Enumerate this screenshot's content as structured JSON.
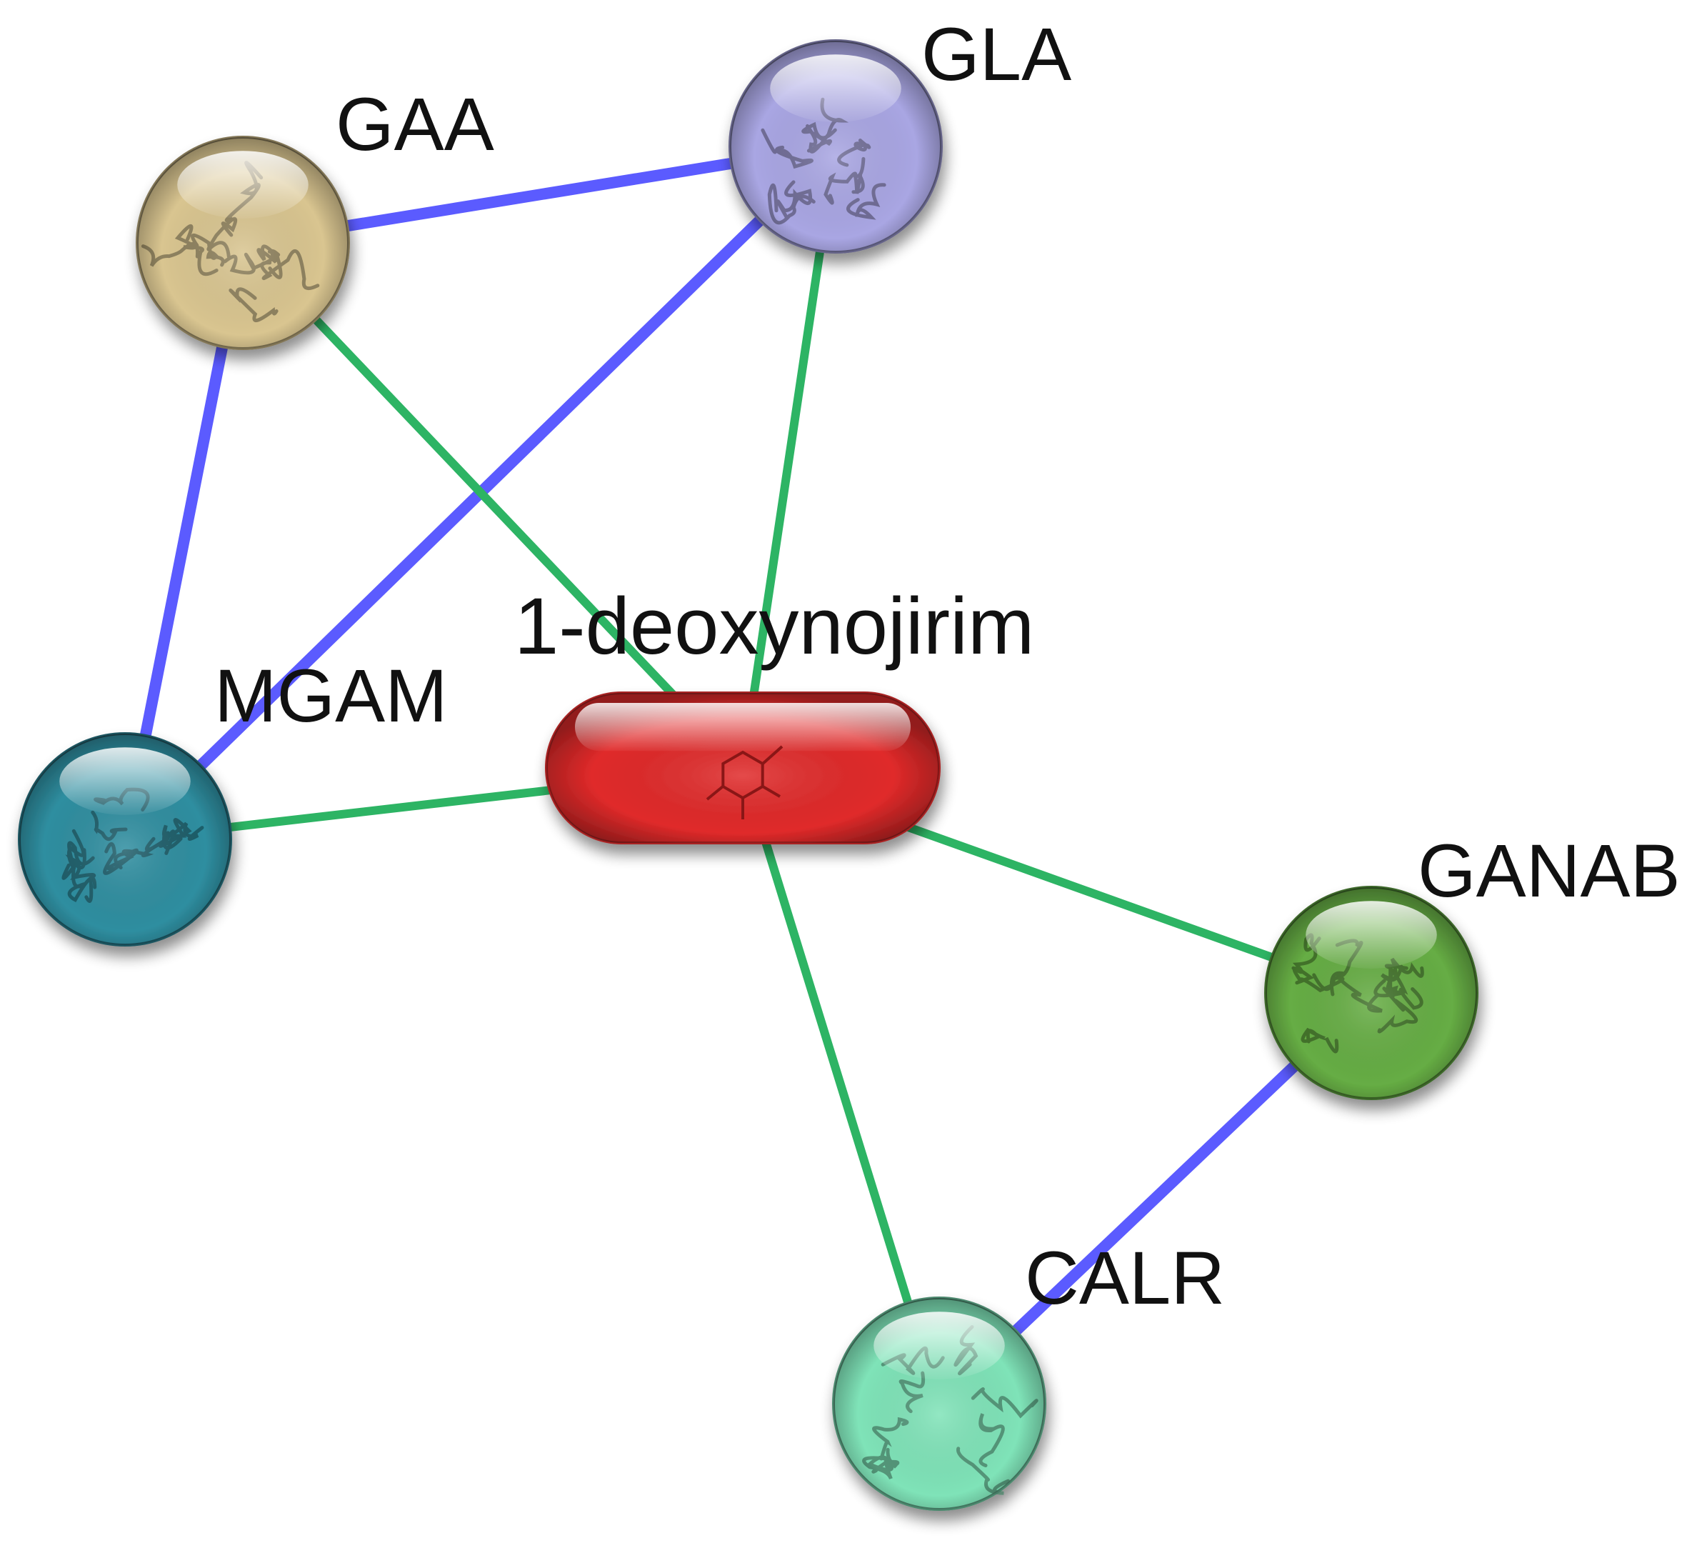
{
  "colors": {
    "edge_blue": "#5b5bff",
    "edge_green": "#2db464"
  },
  "nodes": [
    {
      "id": "GAA",
      "label": "GAA",
      "type": "protein",
      "color": "#d9c590",
      "icon": "protein-structure-icon"
    },
    {
      "id": "GLA",
      "label": "GLA",
      "type": "protein",
      "color": "#a9a6e3",
      "icon": "protein-structure-icon"
    },
    {
      "id": "MGAM",
      "label": "MGAM",
      "type": "protein",
      "color": "#2f8ea0",
      "icon": "protein-structure-icon"
    },
    {
      "id": "DNJ",
      "label": "1-deoxynojirim",
      "type": "compound",
      "color": "#e02a2a",
      "icon": "chemical-structure-icon"
    },
    {
      "id": "GANAB",
      "label": "GANAB",
      "type": "protein",
      "color": "#66ad44",
      "icon": "protein-structure-icon"
    },
    {
      "id": "CALR",
      "label": "CALR",
      "type": "protein",
      "color": "#7fe3b8",
      "icon": "protein-structure-icon"
    }
  ],
  "edges": [
    {
      "source": "GAA",
      "target": "GLA",
      "color": "edge_blue"
    },
    {
      "source": "GAA",
      "target": "MGAM",
      "color": "edge_blue"
    },
    {
      "source": "GLA",
      "target": "MGAM",
      "color": "edge_blue"
    },
    {
      "source": "GANAB",
      "target": "CALR",
      "color": "edge_blue"
    },
    {
      "source": "GAA",
      "target": "DNJ",
      "color": "edge_green"
    },
    {
      "source": "GLA",
      "target": "DNJ",
      "color": "edge_green"
    },
    {
      "source": "MGAM",
      "target": "DNJ",
      "color": "edge_green"
    },
    {
      "source": "DNJ",
      "target": "GANAB",
      "color": "edge_green"
    },
    {
      "source": "DNJ",
      "target": "CALR",
      "color": "edge_green"
    }
  ]
}
